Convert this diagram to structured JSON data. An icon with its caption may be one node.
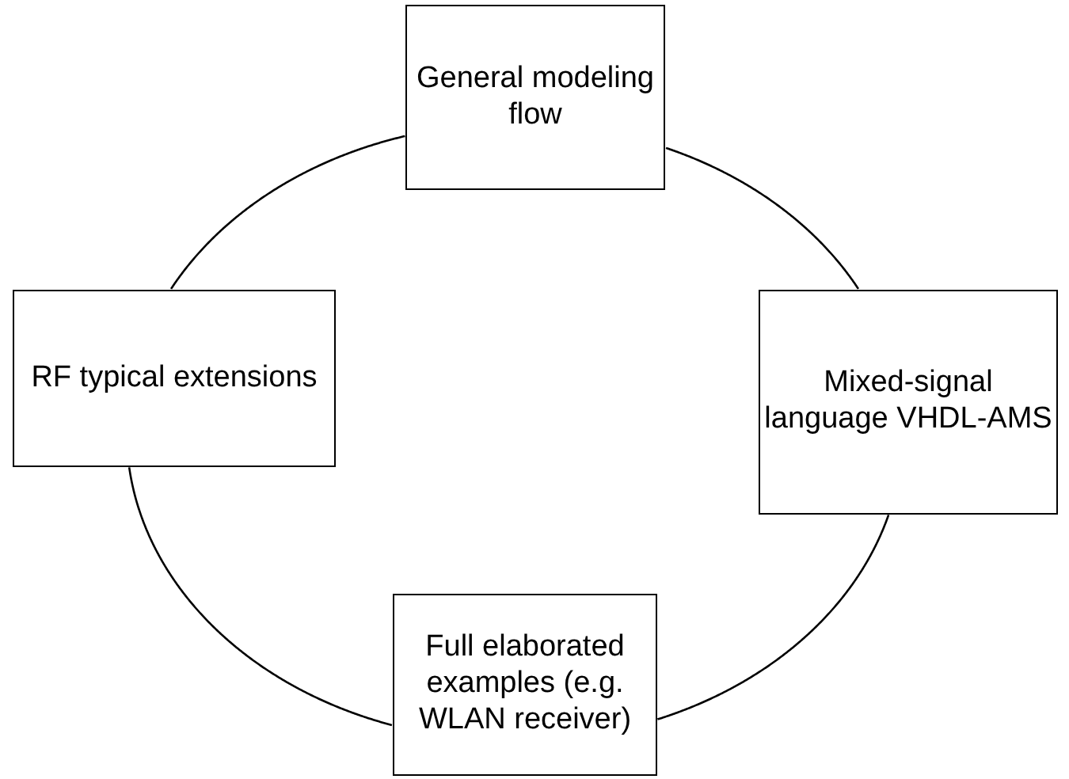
{
  "diagram": {
    "nodes": [
      {
        "text": [
          "General modeling flow"
        ]
      },
      {
        "text": [
          "RF typical extensions"
        ]
      },
      {
        "text": [
          "Mixed-signal language VHDL-AMS"
        ]
      },
      {
        "text": [
          "Full elaborated examples (e.g. WLAN receiver)"
        ]
      }
    ],
    "edges": [
      {
        "from": 0,
        "to": 1,
        "arrow": "none"
      },
      {
        "from": 0,
        "to": 2,
        "arrow": "none"
      },
      {
        "from": 1,
        "to": 3,
        "arrow": "none"
      },
      {
        "from": 2,
        "to": 3,
        "arrow": "none"
      }
    ]
  }
}
